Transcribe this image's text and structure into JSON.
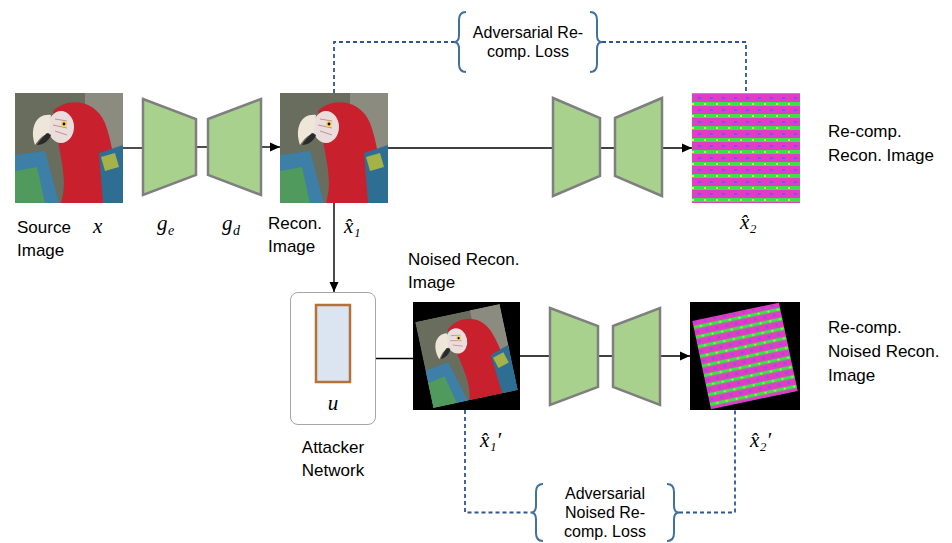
{
  "diagram": {
    "nodes": [
      {
        "text": [
          "Source Image",
          "x"
        ]
      },
      {
        "text": [
          "g",
          "e"
        ]
      },
      {
        "text": [
          "g",
          "d"
        ]
      },
      {
        "text": [
          "Recon. Image",
          "x̂₁"
        ]
      },
      {
        "text": [
          "Re-comp. Recon. Image",
          "x̂₂"
        ]
      },
      {
        "text": [
          "u",
          "Attacker Network"
        ]
      },
      {
        "text": [
          "Noised Recon. Image",
          "x̂₁′"
        ]
      },
      {
        "text": [
          "Re-comp. Noised Recon. Image",
          "x̂₂′"
        ]
      },
      {
        "text": [
          "Adversarial Re-comp. Loss"
        ]
      },
      {
        "text": [
          "Adversarial Noised Re-comp. Loss"
        ]
      }
    ],
    "edges": [
      {
        "from": 0,
        "to": 1,
        "arrow": "none"
      },
      {
        "from": 1,
        "to": 2,
        "arrow": "none"
      },
      {
        "from": 2,
        "to": 3,
        "arrow": "to"
      },
      {
        "from": 3,
        "to": 4,
        "arrow": "to"
      },
      {
        "from": 3,
        "to": 5,
        "arrow": "to"
      },
      {
        "from": 5,
        "to": 6,
        "arrow": "none"
      },
      {
        "from": 6,
        "to": 7,
        "arrow": "to"
      },
      {
        "from": 3,
        "to": 8,
        "arrow": "none"
      },
      {
        "from": 8,
        "to": 4,
        "arrow": "none"
      },
      {
        "from": 6,
        "to": 9,
        "arrow": "none"
      },
      {
        "from": 9,
        "to": 7,
        "arrow": "none"
      }
    ]
  }
}
